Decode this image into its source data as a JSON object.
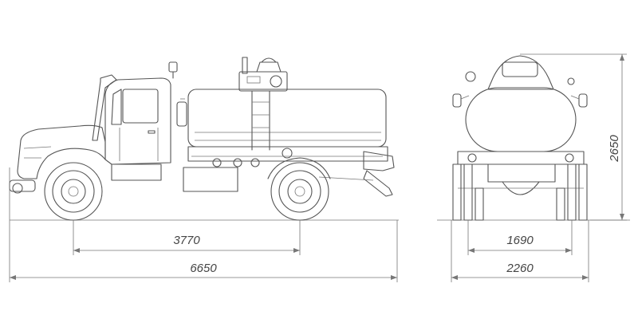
{
  "dimensions": {
    "wheelbase": "3770",
    "overall_length": "6650",
    "track_width": "1690",
    "overall_width": "2260",
    "overall_height": "2650"
  },
  "colors": {
    "line": "#555555",
    "dimension": "#777777",
    "background": "#ffffff"
  }
}
